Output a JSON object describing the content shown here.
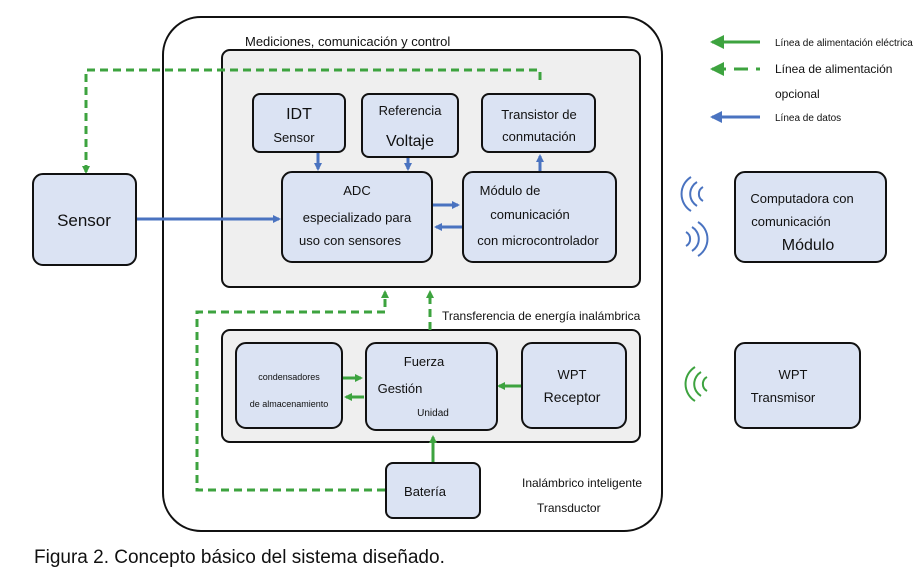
{
  "colors": {
    "power": "#3da33f",
    "data": "#4a73c0",
    "box_fill": "#dbe3f3",
    "panel_fill": "#efefef"
  },
  "legend": {
    "power_line": "Línea de alimentación eléctrica",
    "optional_power_line_1": "Línea de alimentación",
    "optional_power_line_2": "opcional",
    "data_line": "Línea de datos"
  },
  "outer_label_1": "Inalámbrico inteligente",
  "outer_label_2": "Transductor",
  "top_panel_label": "Mediciones, comunicación y control",
  "wireless_label": "Transferencia de energía inalámbrica",
  "boxes": {
    "sensor": "Sensor",
    "idt_1": "IDT",
    "idt_2": "Sensor",
    "ref_1": "Referencia",
    "ref_2": "Voltaje",
    "transistor_1": "Transistor de",
    "transistor_2": "conmutación",
    "adc_1": "ADC",
    "adc_2": "especializado para",
    "adc_3": "uso con sensores",
    "modulo_1": "Módulo de",
    "modulo_2": "comunicación",
    "modulo_3": "con microcontrolador",
    "computer_1": "Computadora con",
    "computer_2": "comunicación",
    "computer_3": "Módulo",
    "cap_1": "condensadores",
    "cap_2": "de almacenamiento",
    "power_1": "Fuerza",
    "power_2": "Gestión",
    "power_3": "Unidad",
    "wpt_rx_1": "WPT",
    "wpt_rx_2": "Receptor",
    "wpt_tx_1": "WPT",
    "wpt_tx_2": "Transmisor",
    "battery": "Batería"
  },
  "caption": "Figura 2. Concepto básico del sistema diseñado."
}
